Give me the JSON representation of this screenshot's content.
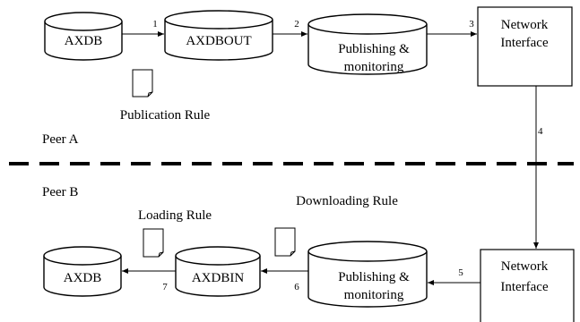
{
  "nodes": {
    "axdb_a": "AXDB",
    "axdbout": "AXDBOUT",
    "publishing_a": [
      "Publishing &",
      "monitoring"
    ],
    "network_a": [
      "Network",
      "Interface"
    ],
    "axdb_b": "AXDB",
    "axdbin": "AXDBIN",
    "publishing_b": [
      "Publishing &",
      "monitoring"
    ],
    "network_b": [
      "Network",
      "Interface"
    ]
  },
  "rules": {
    "publication": "Publication Rule",
    "loading": "Loading Rule",
    "downloading": "Downloading Rule"
  },
  "peers": {
    "a": "Peer A",
    "b": "Peer B"
  },
  "edges": [
    "1",
    "2",
    "3",
    "4",
    "5",
    "6",
    "7"
  ]
}
